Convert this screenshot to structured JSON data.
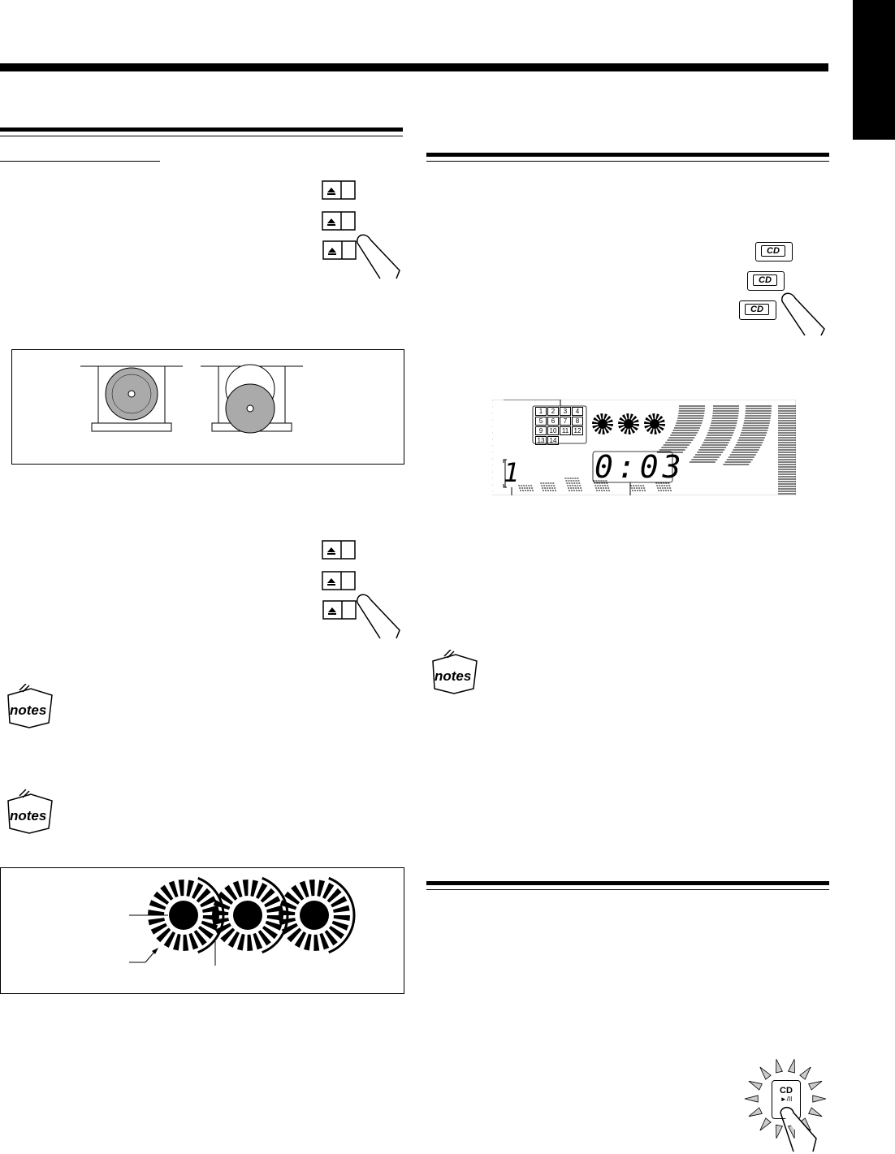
{
  "cd_button": {
    "label": "CD"
  },
  "play_button": {
    "label": "CD",
    "sublabel": "►/II"
  },
  "notes_icon": {
    "label": "notes"
  },
  "display_panel": {
    "track_grid": [
      "1",
      "2",
      "3",
      "4",
      "5",
      "6",
      "7",
      "8",
      "9",
      "10",
      "11",
      "12",
      "13",
      "14"
    ],
    "disc_number": "1",
    "time_readout": "0:03"
  },
  "icons": {
    "eject": "eject-icon",
    "finger": "finger-press-icon",
    "notes": "notes-icon",
    "disc": "disc-icon"
  },
  "colors": {
    "ink": "#000000",
    "disc_gray": "#aaaaaa",
    "paper": "#ffffff"
  }
}
